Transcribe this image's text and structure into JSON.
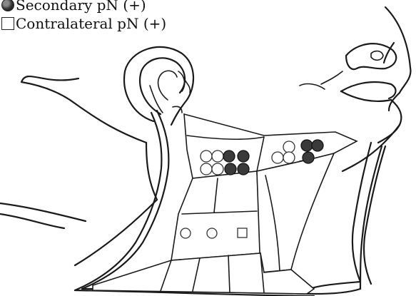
{
  "legend": {
    "secondary": {
      "symbol": "filled-circle",
      "label": "Secondary pN (+)"
    },
    "contralateral": {
      "symbol": "open-square",
      "label": "Contralateral pN (+)"
    }
  },
  "marker_symbols": {
    "open": "open-circle",
    "secondary": "filled-circle",
    "contralateral": "open-square"
  }
}
